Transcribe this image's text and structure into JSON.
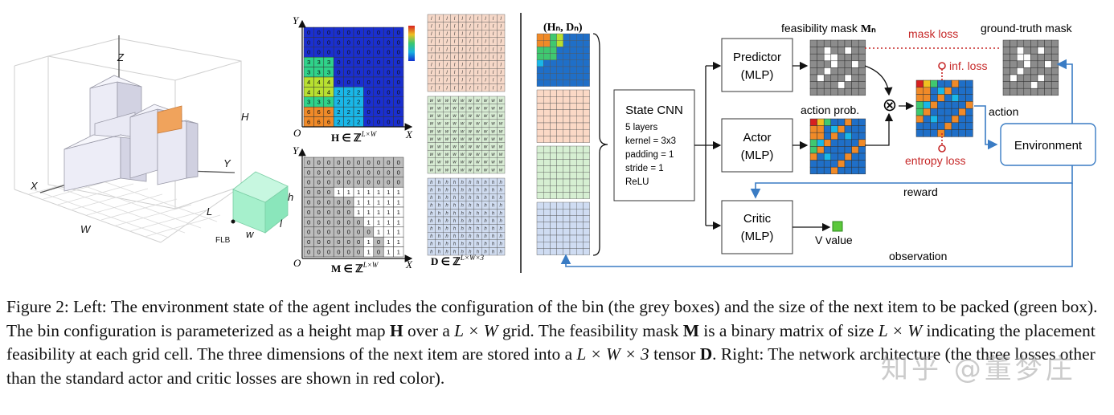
{
  "left_panel": {
    "axes": {
      "z": "Z",
      "x": "X",
      "y": "Y",
      "w": "W",
      "h": "H",
      "l": "L"
    },
    "item": {
      "h": "h",
      "l": "l",
      "w": "w",
      "flb": "FLB"
    }
  },
  "middle_panel": {
    "height_map": {
      "y_axis": "Y",
      "x_axis": "X",
      "origin": "O",
      "label": "H ∈ ℤ",
      "label_sup": "L×W",
      "rows": [
        [
          0,
          0,
          0,
          0,
          0,
          0,
          0,
          0,
          0,
          0
        ],
        [
          0,
          0,
          0,
          0,
          0,
          0,
          0,
          0,
          0,
          0
        ],
        [
          0,
          0,
          0,
          0,
          0,
          0,
          0,
          0,
          0,
          0
        ],
        [
          3,
          3,
          3,
          0,
          0,
          0,
          0,
          0,
          0,
          0
        ],
        [
          3,
          3,
          3,
          0,
          0,
          0,
          0,
          0,
          0,
          0
        ],
        [
          4,
          4,
          4,
          0,
          0,
          0,
          0,
          0,
          0,
          0
        ],
        [
          4,
          4,
          4,
          2,
          2,
          2,
          0,
          0,
          0,
          0
        ],
        [
          3,
          3,
          3,
          2,
          2,
          2,
          0,
          0,
          0,
          0
        ],
        [
          6,
          6,
          6,
          2,
          2,
          2,
          0,
          0,
          0,
          0
        ],
        [
          6,
          6,
          6,
          2,
          2,
          2,
          0,
          0,
          0,
          0
        ]
      ]
    },
    "mask_map": {
      "y_axis": "Y",
      "x_axis": "X",
      "origin": "O",
      "label": "M ∈ ℤ",
      "label_sup": "L×W",
      "rows": [
        [
          0,
          0,
          0,
          0,
          0,
          0,
          0,
          0,
          0,
          0
        ],
        [
          0,
          0,
          0,
          0,
          0,
          0,
          0,
          0,
          0,
          0
        ],
        [
          0,
          0,
          0,
          0,
          0,
          0,
          0,
          0,
          0,
          0
        ],
        [
          0,
          0,
          0,
          1,
          1,
          1,
          1,
          1,
          1,
          1
        ],
        [
          0,
          0,
          0,
          0,
          0,
          1,
          1,
          1,
          1,
          1
        ],
        [
          0,
          0,
          0,
          0,
          0,
          1,
          1,
          1,
          1,
          1
        ],
        [
          0,
          0,
          0,
          0,
          0,
          0,
          1,
          1,
          1,
          1
        ],
        [
          0,
          0,
          0,
          0,
          0,
          0,
          0,
          1,
          1,
          1
        ],
        [
          0,
          0,
          0,
          0,
          0,
          0,
          1,
          0,
          1,
          1
        ],
        [
          0,
          0,
          0,
          0,
          0,
          0,
          1,
          0,
          1,
          1
        ]
      ]
    },
    "item_tensor": {
      "label": "D ∈ ℤ",
      "label_sup": "L×W×3",
      "channels": [
        "l",
        "w",
        "h"
      ]
    }
  },
  "right_panel": {
    "input_label": "(Hₙ, Dₙ)",
    "state_cnn": {
      "title": "State CNN",
      "lines": [
        "5 layers",
        "kernel = 3x3",
        "padding = 1",
        "stride = 1",
        "ReLU"
      ]
    },
    "predictor": {
      "name": "Predictor",
      "sub": "(MLP)"
    },
    "actor": {
      "name": "Actor",
      "sub": "(MLP)"
    },
    "critic": {
      "name": "Critic",
      "sub": "(MLP)"
    },
    "environment": "Environment",
    "feasibility_mask": "feasibility mask",
    "feasibility_mask_sym": "Mₙ",
    "mask_loss": "mask loss",
    "inf_loss": "inf. loss",
    "entropy_loss": "entropy loss",
    "ground_truth_mask": "ground-truth mask",
    "action_prob": "action prob.",
    "action": "action",
    "reward": "reward",
    "v_value": "V value",
    "observation": "observation",
    "multiply": "⊗"
  },
  "caption": {
    "s1": "Figure 2: Left: The environment state of the agent includes the configuration of the bin (the grey boxes) and the size of the next item to be packed (green box). The bin configuration is parameterized as a height map ",
    "s1_b": "H",
    "s2": " over a ",
    "s2_i": "L × W",
    "s3": " grid. The feasibility mask ",
    "s3_b": "M",
    "s4": " is a binary matrix of size ",
    "s4_i": "L × W",
    "s5": " indicating the placement feasibility at each grid cell. The three dimensions of the next item are stored into a ",
    "s5_i": "L × W × 3",
    "s6": " tensor ",
    "s6_b": "D",
    "s7": ". Right: The network architecture (the three losses other than the standard actor and critic losses are shown in red color)."
  },
  "watermark": "知乎 @董梦庄"
}
